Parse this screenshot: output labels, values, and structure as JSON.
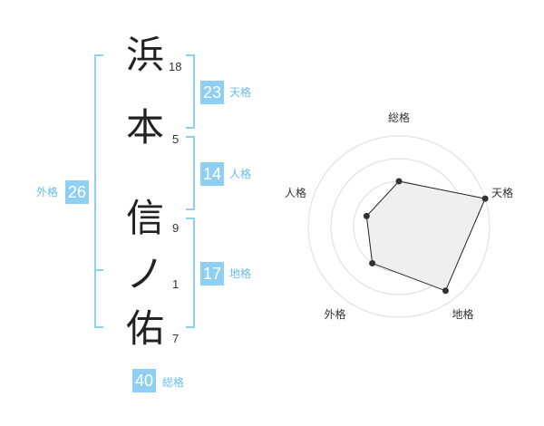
{
  "name": {
    "characters": [
      {
        "char": "浜",
        "strokes": "18"
      },
      {
        "char": "本",
        "strokes": "5"
      },
      {
        "char": "信",
        "strokes": "9"
      },
      {
        "char": "ノ",
        "strokes": "1"
      },
      {
        "char": "佑",
        "strokes": "7"
      }
    ]
  },
  "kaku": {
    "tenkaku": {
      "value": "23",
      "label": "天格"
    },
    "jinkaku": {
      "value": "14",
      "label": "人格"
    },
    "chikaku": {
      "value": "17",
      "label": "地格"
    },
    "gaikaku": {
      "value": "26",
      "label": "外格"
    },
    "soukaku": {
      "value": "40",
      "label": "総格"
    }
  },
  "radar": {
    "axes": [
      "総格",
      "天格",
      "地格",
      "外格",
      "人格"
    ],
    "levels": 4,
    "values": [
      2,
      4,
      3.5,
      2,
      1.5
    ],
    "max": 4,
    "fill": "#efefef",
    "stroke": "#222222"
  },
  "colors": {
    "accent": "#8fd0f2",
    "label": "#66bde8"
  }
}
